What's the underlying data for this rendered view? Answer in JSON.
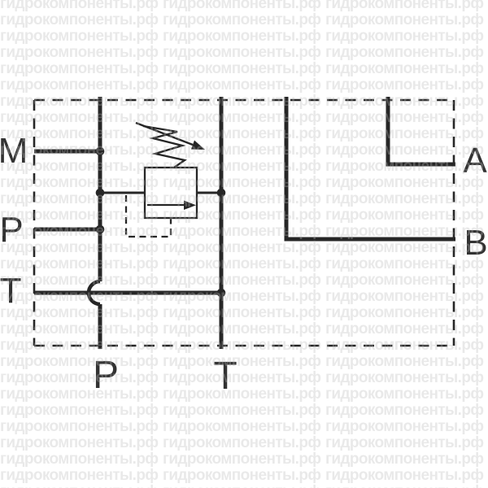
{
  "watermark": {
    "text": "гидрокомпоненты.рф",
    "color_on_white": "#ebebeb"
  },
  "schematic": {
    "kind": "hydraulic-valve-block-circuit",
    "background": "#ffffff",
    "line_color": "#262626",
    "label_color": "#323232",
    "icons": {
      "relief_valve_box": "valve-square-icon",
      "spring": "adjustable-spring-arrow-icon",
      "flow": "flow-arrow-icon",
      "crossing": "line-hop-icon",
      "pilot": "dashed-pilot-line"
    },
    "ports": {
      "m": "M",
      "p_left": "P",
      "t_left": "T",
      "a": "A",
      "b": "B",
      "p_bottom": "P",
      "t_bottom": "T"
    }
  }
}
